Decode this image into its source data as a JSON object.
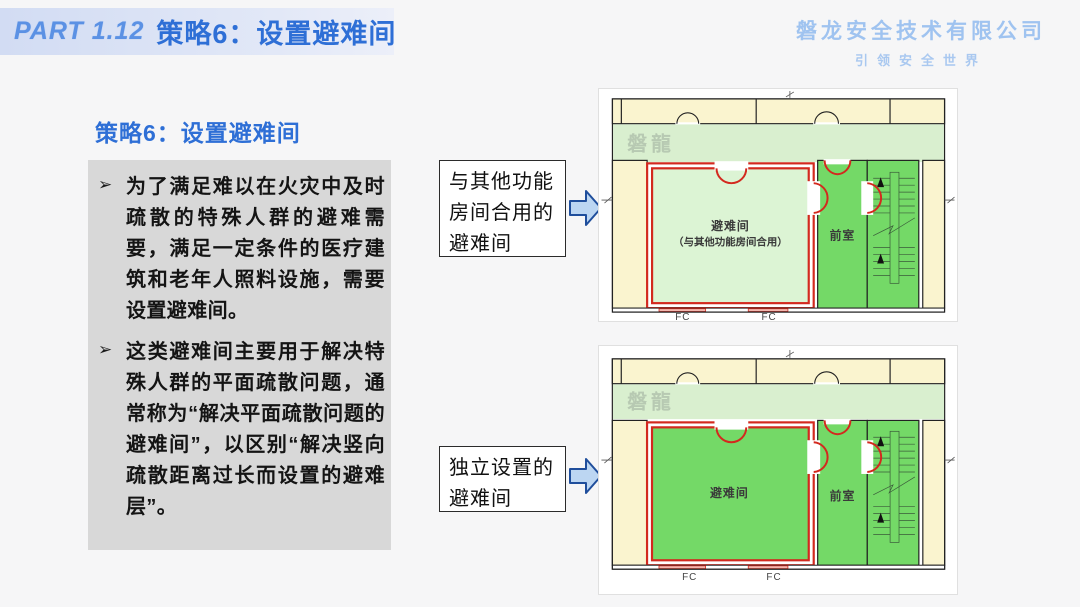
{
  "header": {
    "part_label": "PART 1.12",
    "title": "策略6：设置避难间"
  },
  "logo": {
    "company": "磐龙安全技术有限公司",
    "slogan": "引领安全世界"
  },
  "left_panel": {
    "heading": "策略6：设置避难间",
    "bullet_marker": "➢",
    "bullets": [
      {
        "text": "为了满足难以在火灾中及时疏散的特殊人群的避难需要，满足一定条件的医疗建筑和老年人照料设施，需要设置避难间。"
      },
      {
        "text": "这类避难间主要用于解决特殊人群的平面疏散问题，通常称为“解决平面疏散问题的避难间”，以区别“解决竖向疏散距离过长而设置的避难层”。"
      }
    ]
  },
  "callouts": [
    {
      "label": "与其他功能房间合用的避难间"
    },
    {
      "label": "独立设置的避难间"
    }
  ],
  "diagrams": {
    "watermark": "磐龍",
    "shared": {
      "anteroom_label": "前室",
      "fire_window_label": "FC"
    },
    "top": {
      "refuge_label": "避难间",
      "refuge_sublabel": "（与其他功能房间合用）"
    },
    "bottom": {
      "refuge_label": "避难间"
    }
  },
  "colors": {
    "accent_blue": "#2e6fd6",
    "banner_bg": "#d2dcf3",
    "logo_blue": "#9fc3f0",
    "content_box_gray": "#d8d8d8",
    "room_cream": "#faf4cf",
    "corridor_green": "#d9efcf",
    "refuge_pale_green": "#dcf4d4",
    "bright_green": "#74d967",
    "refuge_wall_red": "#d3291e",
    "arrow_fill": "#bcd6f2",
    "arrow_stroke": "#1f4e9c"
  }
}
